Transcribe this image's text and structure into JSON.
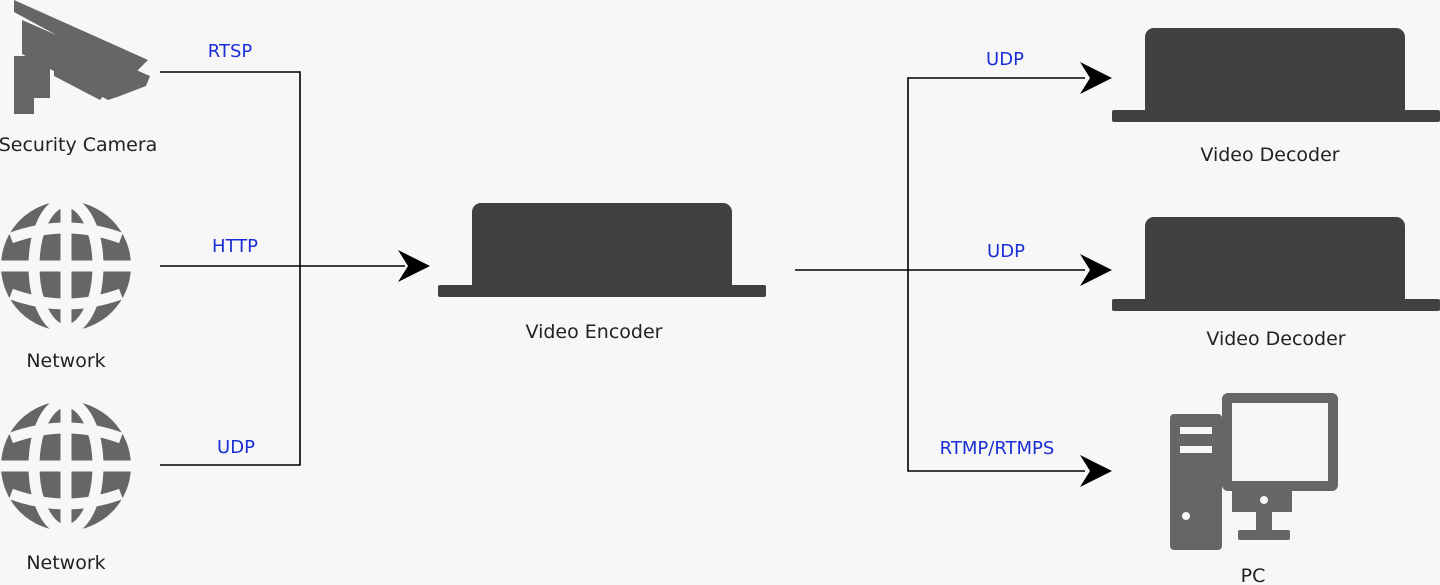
{
  "colors": {
    "background": "#f7f7f7",
    "device": "#414141",
    "icon": "#666666",
    "line": "#000000",
    "protocol_text": "#1a2ed6",
    "label_text": "#222222"
  },
  "sources": [
    {
      "label": "Security Camera",
      "icon": "security-camera-icon"
    },
    {
      "label": "Network",
      "icon": "globe-icon"
    },
    {
      "label": "Network",
      "icon": "globe-icon"
    }
  ],
  "input_protocols": [
    "RTSP",
    "HTTP",
    "UDP"
  ],
  "encoder": {
    "label": "Video Encoder",
    "icon": "video-encoder-box-icon"
  },
  "outputs": [
    {
      "label": "Video Decoder",
      "icon": "video-decoder-box-icon",
      "protocol": "UDP"
    },
    {
      "label": "Video Decoder",
      "icon": "video-decoder-box-icon",
      "protocol": "UDP"
    },
    {
      "label": "PC",
      "icon": "desktop-pc-icon",
      "protocol": "RTMP/RTMPS"
    }
  ]
}
